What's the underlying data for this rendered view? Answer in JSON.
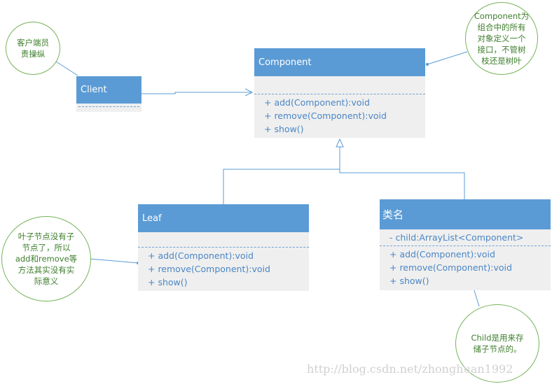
{
  "client": {
    "name": "Client"
  },
  "component": {
    "name": "Component",
    "methods": [
      "+ add(Component):void",
      "+ remove(Component):void",
      "+ show()"
    ]
  },
  "leaf": {
    "name": "Leaf",
    "methods": [
      "+ add(Component):void",
      "+ remove(Component):void",
      "+ show()"
    ]
  },
  "composite": {
    "name": "类名",
    "fields": [
      "- child:ArrayList<Component>"
    ],
    "methods": [
      "+ add(Component):void",
      "+ remove(Component):void",
      "+ show()"
    ]
  },
  "notes": {
    "client_note": [
      "客户端员",
      "责操纵"
    ],
    "component_note": [
      "Component为",
      "组合中的所有",
      "对象定义一个",
      "接口，不管树",
      "枝还是树叶"
    ],
    "leaf_note": [
      "叶子节点没有子",
      "节点了，所以",
      "add和remove等",
      "方法其实没有实",
      "际意义"
    ],
    "composite_note": [
      "Child是用来存",
      "储子节点的。"
    ]
  },
  "watermark": "http://blog.csdn.net/zhonghuan1992",
  "colors": {
    "header": "#5b9bd5",
    "body": "#efefef",
    "method_text": "#4a86c6",
    "note_border": "#76b35a",
    "note_text": "#3e7e2c",
    "connector": "#5b9bd5"
  }
}
